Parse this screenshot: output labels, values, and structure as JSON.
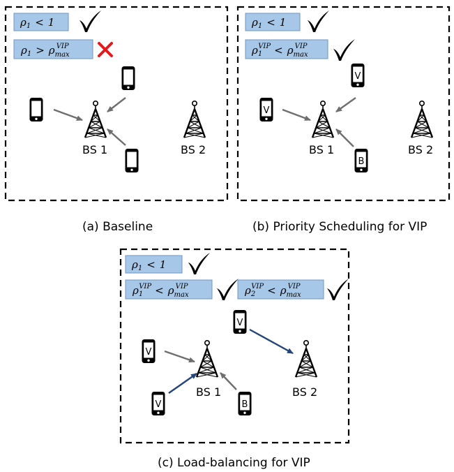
{
  "panels": {
    "a": {
      "caption": "(a) Baseline",
      "conditions": [
        {
          "lhs": "ρ",
          "lhs_sub": "1",
          "op": "<",
          "rhs": "1",
          "status": "check"
        },
        {
          "lhs": "ρ",
          "lhs_sub": "1",
          "op": ">",
          "rhs": "ρ",
          "rhs_sub": "max",
          "rhs_sup": "VIP",
          "status": "cross"
        }
      ],
      "bs1_label": "BS 1",
      "bs2_label": "BS 2"
    },
    "b": {
      "caption": "(b) Priority Scheduling for VIP",
      "conditions": [
        {
          "lhs": "ρ",
          "lhs_sub": "1",
          "op": "<",
          "rhs": "1",
          "status": "check"
        },
        {
          "lhs": "ρ",
          "lhs_sub": "1",
          "lhs_sup": "VIP",
          "op": "<",
          "rhs": "ρ",
          "rhs_sub": "max",
          "rhs_sup": "VIP",
          "status": "check"
        }
      ],
      "bs1_label": "BS 1",
      "bs2_label": "BS 2",
      "badges": [
        "V",
        "V",
        "B"
      ]
    },
    "c": {
      "caption": "(c) Load-balancing for VIP",
      "conditions": [
        {
          "lhs": "ρ",
          "lhs_sub": "1",
          "op": "<",
          "rhs": "1",
          "status": "check"
        },
        {
          "lhs": "ρ",
          "lhs_sub": "1",
          "lhs_sup": "VIP",
          "op": "<",
          "rhs": "ρ",
          "rhs_sub": "max",
          "rhs_sup": "VIP",
          "status": "check"
        },
        {
          "lhs": "ρ",
          "lhs_sub": "2",
          "lhs_sup": "VIP",
          "op": "<",
          "rhs": "ρ",
          "rhs_sub": "max",
          "rhs_sup": "VIP",
          "status": "check"
        }
      ],
      "bs1_label": "BS 1",
      "bs2_label": "BS 2",
      "badges": [
        "V",
        "V",
        "V",
        "B"
      ]
    }
  },
  "colors": {
    "condition_box_fill": "#a6c7e8",
    "condition_box_stroke": "#6d94c4",
    "gray_arrow": "#6e6e6e",
    "blue_arrow": "#24457a",
    "cross": "#e3191b"
  }
}
